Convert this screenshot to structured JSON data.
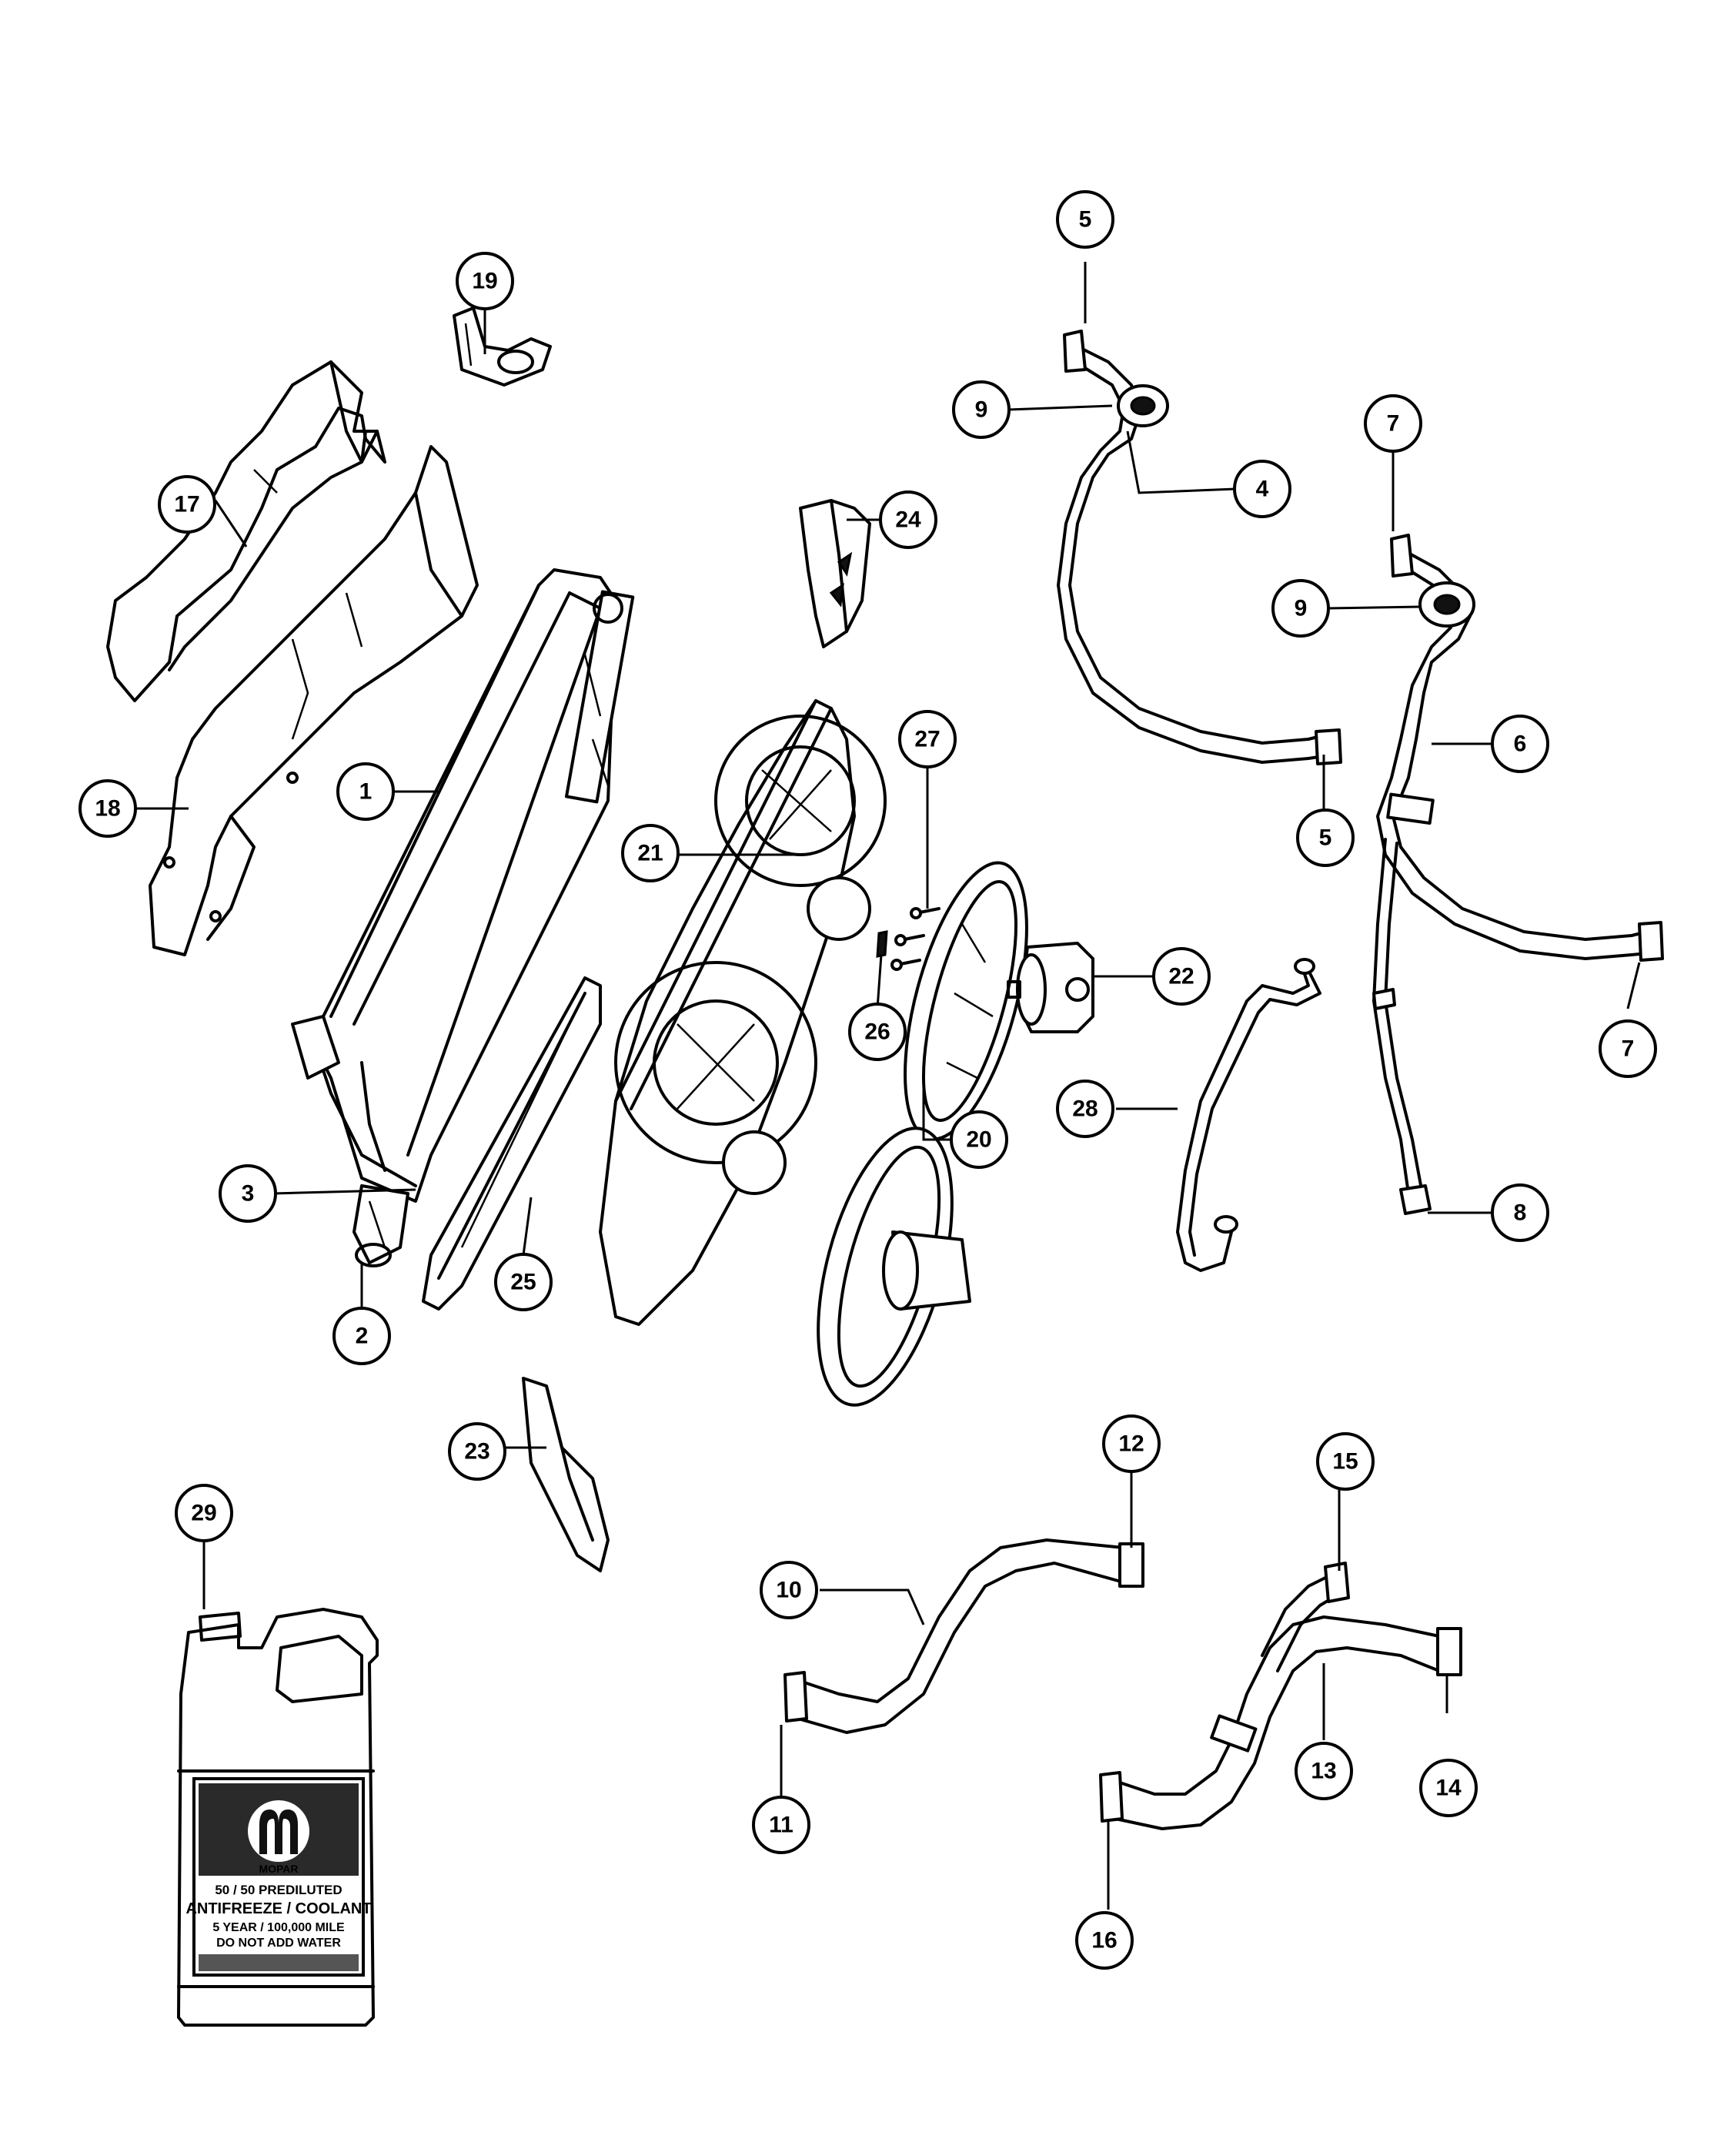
{
  "diagram": {
    "callouts": [
      "1",
      "2",
      "3",
      "4",
      "5",
      "5",
      "6",
      "7",
      "7",
      "8",
      "9",
      "9",
      "10",
      "11",
      "12",
      "13",
      "14",
      "15",
      "16",
      "17",
      "18",
      "19",
      "20",
      "21",
      "22",
      "23",
      "24",
      "25",
      "26",
      "27",
      "28",
      "29"
    ]
  },
  "jug_label": {
    "brand": "MOPAR",
    "line1": "50 / 50 PREDILUTED",
    "line2": "ANTIFREEZE / COOLANT",
    "line3": "5 YEAR / 100,000 MILE",
    "line4": "DO NOT ADD WATER"
  }
}
